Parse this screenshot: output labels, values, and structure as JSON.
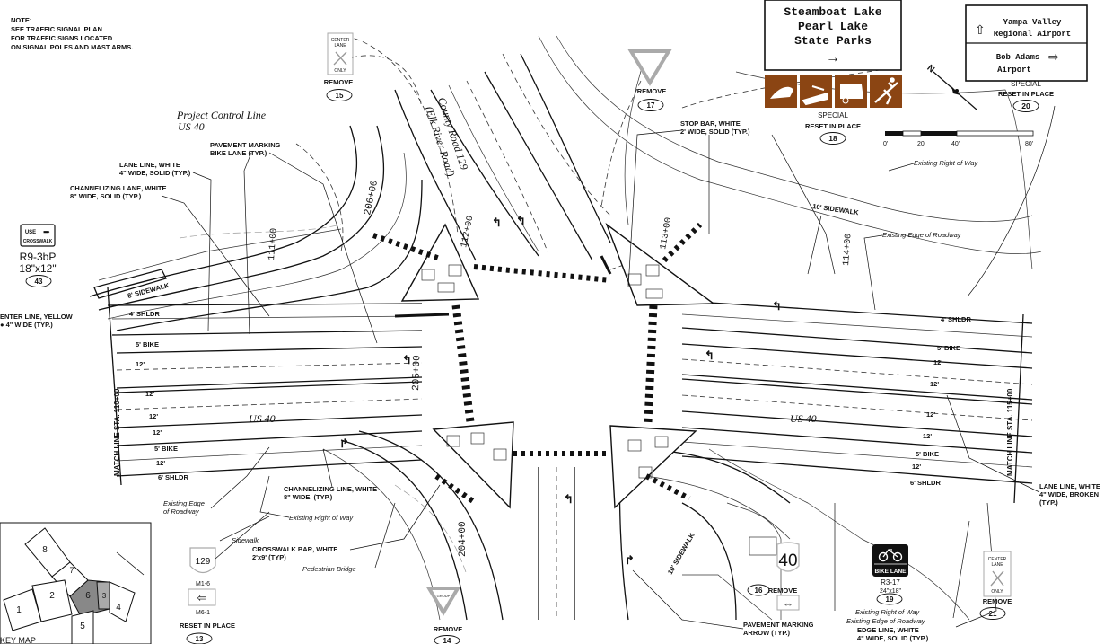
{
  "note": [
    "NOTE:",
    "SEE TRAFFIC SIGNAL PLAN",
    "FOR TRAFFIC SIGNS LOCATED",
    "ON SIGNAL POLES AND MAST ARMS."
  ],
  "guide_sign_parks": {
    "lines": [
      "Steamboat Lake",
      "Pearl Lake",
      "State Parks"
    ],
    "arrow": "→",
    "status": "SPECIAL",
    "action": "RESET IN PLACE",
    "number": "18"
  },
  "guide_sign_airports": {
    "line1a": "Yampa Valley",
    "line1b": "Regional Airport",
    "line2a": "Bob Adams",
    "line2b": "Airport",
    "status": "SPECIAL",
    "action": "RESET IN PLACE",
    "number": "20"
  },
  "signs": [
    {
      "id": "s15",
      "face": [
        "CENTER",
        "LANE",
        "ONLY"
      ],
      "action": "REMOVE",
      "number": "15"
    },
    {
      "id": "s17",
      "action": "REMOVE",
      "number": "17"
    },
    {
      "id": "s43",
      "face": [
        "USE",
        "CROSSWALK"
      ],
      "code": "R9-3bP",
      "size": "18\"x12\"",
      "number": "43"
    },
    {
      "id": "s13",
      "shield": "129",
      "code1": "M1-6",
      "code2": "M6-1",
      "action": "RESET IN PLACE",
      "number": "13"
    },
    {
      "id": "s14",
      "face": "GROUP",
      "action": "REMOVE",
      "number": "14"
    },
    {
      "id": "s16",
      "shield": "40",
      "action": "REMOVE",
      "number": "16"
    },
    {
      "id": "s19",
      "face": "BIKE LANE",
      "code": "R3-17",
      "size": "24\"x18\"",
      "number": "19"
    },
    {
      "id": "s21",
      "face": [
        "CENTER",
        "LANE",
        "ONLY"
      ],
      "action": "REMOVE",
      "number": "21"
    }
  ],
  "scale": {
    "ticks": [
      "0'",
      "20'",
      "40'",
      "80'"
    ]
  },
  "north_arrow": "N",
  "roads": {
    "control_line": [
      "Project Control Line",
      "US 40"
    ],
    "county_road": [
      "County Road 129",
      "(Elk River Road)"
    ],
    "us40": "US 40"
  },
  "stations": {
    "s206": "206+00",
    "s112": "112+00",
    "s111": "111+00",
    "s205": "205+00",
    "s204": "204+00",
    "s113": "113+00",
    "s114": "114+00"
  },
  "match_lines": {
    "left": "MATCH LINE STA. 110+00",
    "right": "MATCH LINE STA. 115+00"
  },
  "lanes_left": [
    "4' SHLDR",
    "5' BIKE",
    "12'",
    "12'",
    "12'",
    "12'",
    "5' BIKE",
    "12'",
    "6' SHLDR"
  ],
  "lanes_right": [
    "4' SHLDR",
    "5' BIKE",
    "12'",
    "12'",
    "12'",
    "12'",
    "5' BIKE",
    "12'",
    "6' SHLDR"
  ],
  "callouts": {
    "lane_line_1": "LANE LINE, WHITE",
    "lane_line_2": "4\" WIDE, SOLID (TYP.)",
    "chan_1": "CHANNELIZING LANE, WHITE",
    "chan_2": "8\" WIDE, SOLID (TYP.)",
    "bike_1": "PAVEMENT MARKING",
    "bike_2": "BIKE LANE (TYP.)",
    "center_1": "ENTER LINE, YELLOW",
    "center_2": "● 4\" WIDE (TYP.)",
    "stopbar_1": "STOP BAR, WHITE",
    "stopbar_2": "2' WIDE, SOLID (TYP.)",
    "row_ne": "Existing Right of Way",
    "sidewalk_10": "10' SIDEWALK",
    "edge_ne": "Existing Edge of Roadway",
    "sidewalk_8": "8' SIDEWALK",
    "laneline_r1": "LANE LINE, WHITE",
    "laneline_r2": "4\" WIDE, BROKEN",
    "laneline_r3": "(TYP.)",
    "edge_sw_1": "Existing Edge",
    "edge_sw_2": "of Roadway",
    "chan_line_1": "CHANNELIZING LINE, WHITE",
    "chan_line_2": "8\" WIDE, (TYP.)",
    "row_sw": "Existing Right of Way",
    "sidewalk_sw": "Sidewalk",
    "xwalk_1": "CROSSWALK BAR, WHITE",
    "xwalk_2": "2'x9' (TYP)",
    "ped_bridge": "Pedestrian Bridge",
    "sidewalk_se": "10' SIDEWALK",
    "arrow_1": "PAVEMENT MARKING",
    "arrow_2": "ARROW (TYP.)",
    "row_se": "Existing Right of Way",
    "edge_se": "Existing Edge of Roadway",
    "edgeline_1": "EDGE LINE, WHITE",
    "edgeline_2": "4\" WIDE, SOLID (TYP.)"
  },
  "key_map": {
    "label": "KEY MAP",
    "cells": [
      "1",
      "2",
      "3",
      "4",
      "5",
      "6",
      "7",
      "8"
    ]
  }
}
